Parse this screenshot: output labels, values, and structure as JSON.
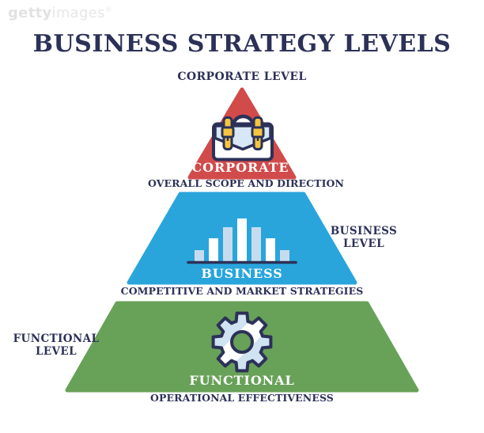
{
  "watermark": {
    "brand_bold": "getty",
    "brand_light": "images",
    "registered": "®"
  },
  "title": "BUSINESS STRATEGY LEVELS",
  "levels": [
    {
      "heading": "CORPORATE LEVEL",
      "label": "CORPORATE",
      "subtitle": "OVERALL SCOPE AND DIRECTION",
      "icon": "briefcase-icon",
      "color": "#d14b4b"
    },
    {
      "heading_line1": "BUSINESS",
      "heading_line2": "LEVEL",
      "label": "BUSINESS",
      "subtitle": "COMPETITIVE AND MARKET STRATEGIES",
      "icon": "bar-chart-icon",
      "color": "#29a5dc"
    },
    {
      "heading_line1": "FUNCTIONAL",
      "heading_line2": "LEVEL",
      "label": "FUNCTIONAL",
      "subtitle": "OPERATIONAL EFFECTIVENESS",
      "icon": "gear-icon",
      "color": "#68a158"
    }
  ],
  "colors": {
    "text_navy": "#2c3158",
    "icon_light_blue": "#cfe3f3",
    "bar_pale_blue": "#c6dcee",
    "strap_yellow": "#f5c53f",
    "white": "#ffffff"
  }
}
